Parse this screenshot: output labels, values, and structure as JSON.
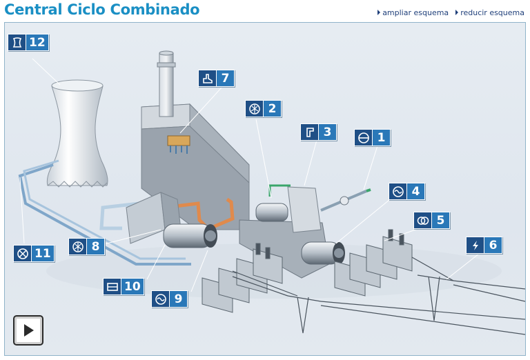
{
  "title": "Central Ciclo Combinado",
  "links": {
    "ampliar": "ampliar esquema",
    "reducir": "reducir esquema"
  },
  "colors": {
    "title": "#1a8fc4",
    "badge_icon_bg": "#1f4f86",
    "badge_number_bg": "#2a78b8",
    "frame_border": "#8fb3c9"
  },
  "badges": [
    {
      "number": "1",
      "icon": "valve-icon"
    },
    {
      "number": "2",
      "icon": "turbine-fan-icon"
    },
    {
      "number": "3",
      "icon": "boiler-icon"
    },
    {
      "number": "4",
      "icon": "generator-wave-icon"
    },
    {
      "number": "5",
      "icon": "transformer-icon"
    },
    {
      "number": "6",
      "icon": "lightning-icon"
    },
    {
      "number": "7",
      "icon": "chimney-icon"
    },
    {
      "number": "8",
      "icon": "turbine-fan-icon"
    },
    {
      "number": "9",
      "icon": "generator-wave-icon"
    },
    {
      "number": "10",
      "icon": "condenser-icon"
    },
    {
      "number": "11",
      "icon": "pump-icon"
    },
    {
      "number": "12",
      "icon": "cooling-tower-icon"
    }
  ],
  "play_button": {
    "icon": "play-icon"
  }
}
